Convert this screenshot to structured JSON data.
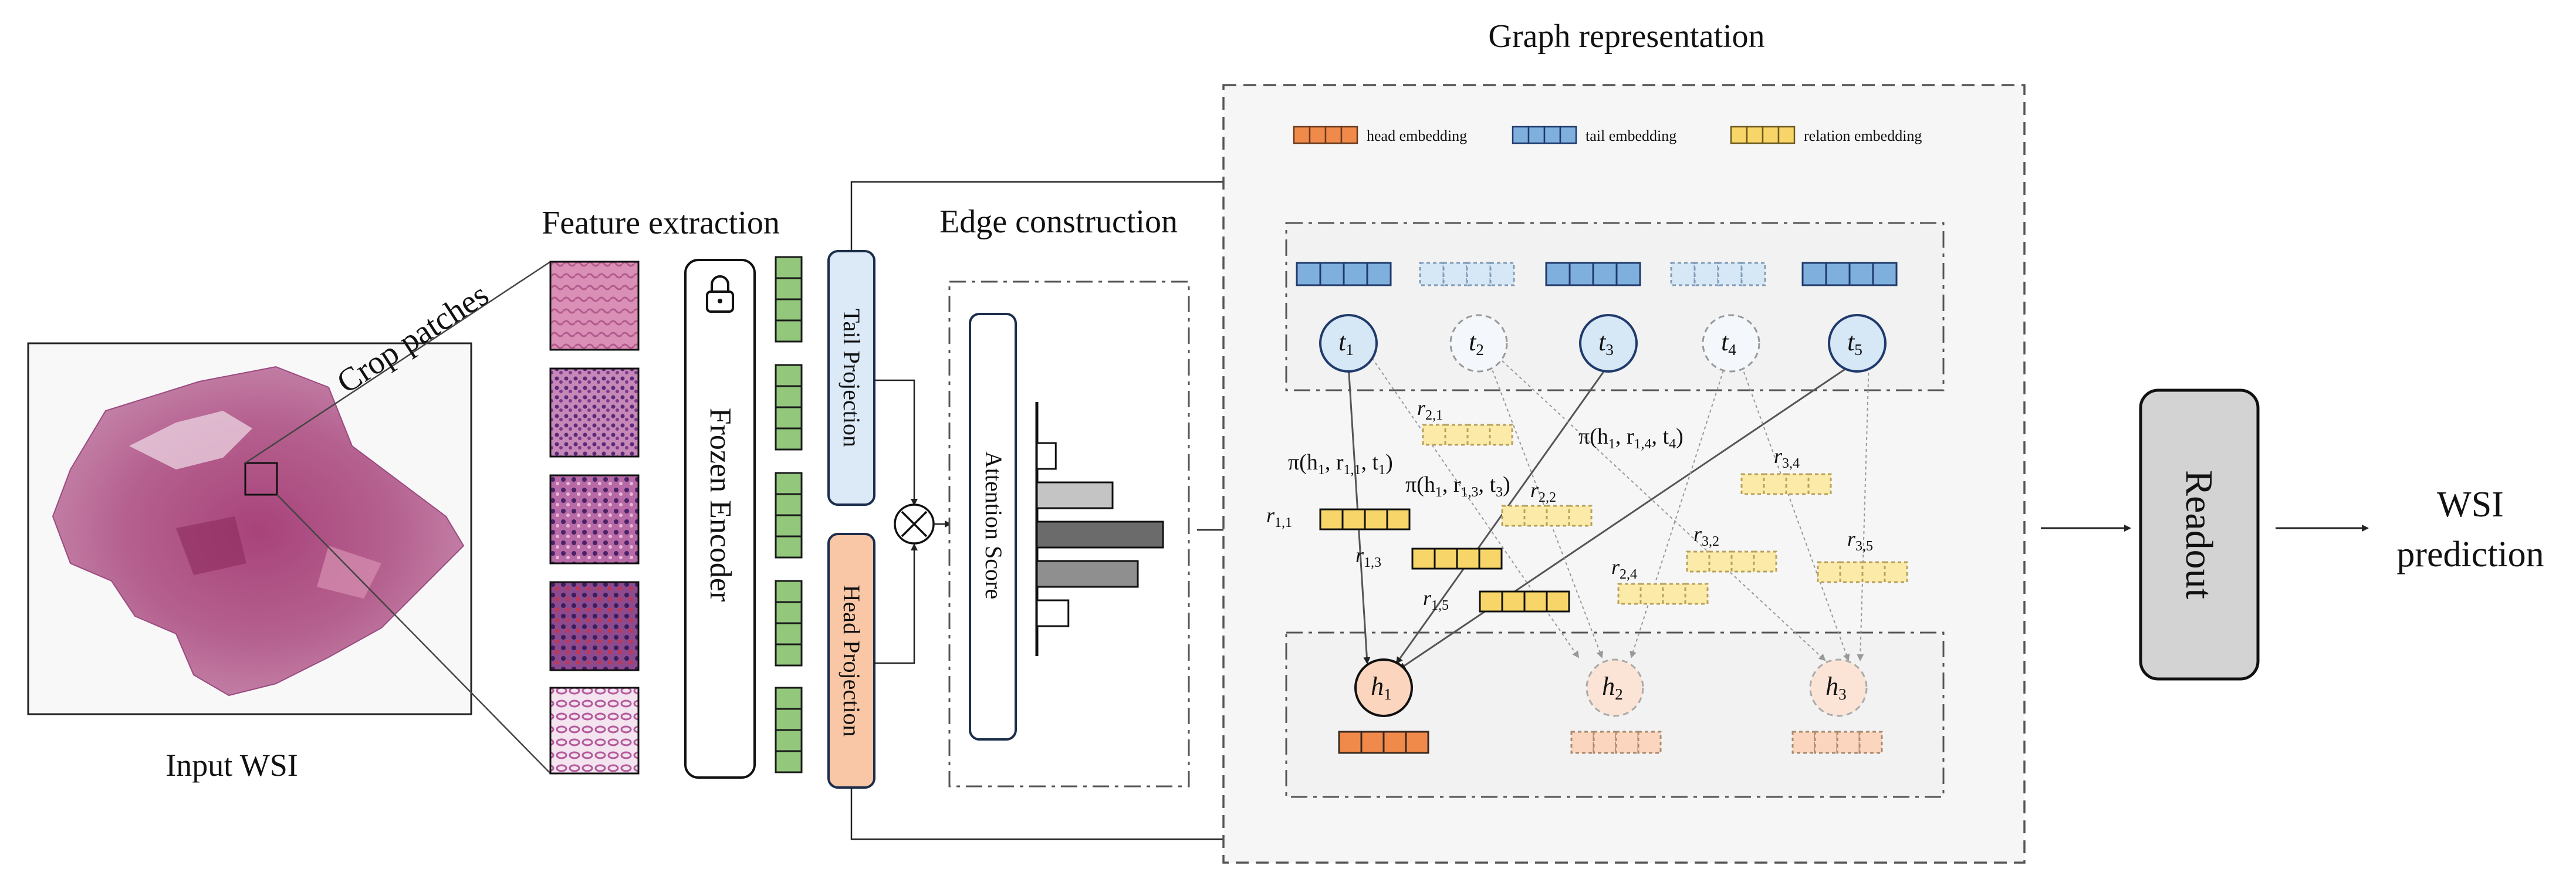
{
  "labels": {
    "input_wsi": "Input WSI",
    "crop_patches": "Crop patches",
    "feature_extraction": "Feature extraction",
    "frozen_encoder": "Frozen Encoder",
    "tail_projection": "Tail Projection",
    "head_projection": "Head Projection",
    "edge_construction": "Edge construction",
    "attention_score": "Attention Score",
    "graph_representation": "Graph representation",
    "readout": "Readout",
    "wsi_prediction_line1": "WSI",
    "wsi_prediction_line2": "prediction"
  },
  "legend": {
    "head": "head embedding",
    "tail": "tail embedding",
    "relation": "relation embedding"
  },
  "nodes": {
    "t1": {
      "base": "t",
      "sub": "1"
    },
    "t2": {
      "base": "t",
      "sub": "2"
    },
    "t3": {
      "base": "t",
      "sub": "3"
    },
    "t4": {
      "base": "t",
      "sub": "4"
    },
    "t5": {
      "base": "t",
      "sub": "5"
    },
    "h1": {
      "base": "h",
      "sub": "1"
    },
    "h2": {
      "base": "h",
      "sub": "2"
    },
    "h3": {
      "base": "h",
      "sub": "3"
    }
  },
  "relations": {
    "r11": {
      "base": "r",
      "sub": "1,1"
    },
    "r13": {
      "base": "r",
      "sub": "1,3"
    },
    "r15": {
      "base": "r",
      "sub": "1,5"
    },
    "r21": {
      "base": "r",
      "sub": "2,1"
    },
    "r22": {
      "base": "r",
      "sub": "2,2"
    },
    "r24": {
      "base": "r",
      "sub": "2,4"
    },
    "r32": {
      "base": "r",
      "sub": "3,2"
    },
    "r34": {
      "base": "r",
      "sub": "3,4"
    },
    "r35": {
      "base": "r",
      "sub": "3,5"
    }
  },
  "pi_labels": {
    "p1": {
      "text": "π(h",
      "s1": "1",
      "mid": ", r",
      "s2": "1,1",
      "mid2": ", t",
      "s3": "1",
      "end": ")"
    },
    "p2": {
      "text": "π(h",
      "s1": "1",
      "mid": ", r",
      "s2": "1,3",
      "mid2": ", t",
      "s3": "3",
      "end": ")"
    },
    "p3": {
      "text": "π(h",
      "s1": "1",
      "mid": ", r",
      "s2": "1,4",
      "mid2": ", t",
      "s3": "4",
      "end": ")"
    }
  },
  "colors": {
    "head": "#f08a4b",
    "head_fill_light": "#fbd5bd",
    "tail": "#7fb0dd",
    "tail_fill_light": "#d6e7f6",
    "relation": "#f7d568",
    "feature_green": "#93c87c",
    "tail_proj_fill": "#dce9f7",
    "head_proj_fill": "#f9c7a6",
    "readout_fill": "#d3d3d3",
    "attention_bars": [
      "#ffffff",
      "#c4c4c4",
      "#6b6b6b",
      "#8f8f8f",
      "#ffffff"
    ]
  },
  "attention_values": [
    0.15,
    0.6,
    1.0,
    0.8,
    0.25
  ]
}
